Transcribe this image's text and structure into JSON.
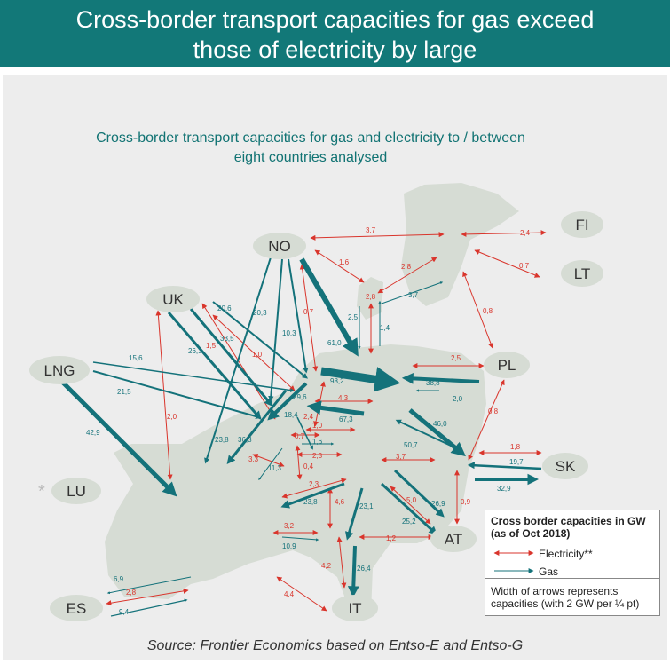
{
  "header": {
    "title_line1": "Cross-border transport capacities for gas exceed",
    "title_line2": "those of electricity by large"
  },
  "subtitle": {
    "line1": "Cross-border transport capacities for gas and electricity to / between",
    "line2": "eight countries analysed"
  },
  "countries": {
    "NO": "NO",
    "FI": "FI",
    "LT": "LT",
    "UK": "UK",
    "LNG": "LNG",
    "PL": "PL",
    "SK": "SK",
    "LU": "LU",
    "AT": "AT",
    "ES": "ES",
    "IT": "IT"
  },
  "lu_marker": "*",
  "flows": {
    "no_fi": "3,7",
    "fi_lt_24": "2,4",
    "fi_lt_07": "0,7",
    "no_dk_16": "1,6",
    "dk_se_28": "2,8",
    "se_dk_28": "2,8",
    "dk_37": "3,7",
    "se_pl_08": "0,8",
    "dk_de_25": "2,5",
    "dk_de_14": "1,4",
    "no_de_61": "61,0",
    "no_nl_07": "0,7",
    "no_be_103": "10,3",
    "no_uk_203": "20,3",
    "uk_206": "20,6",
    "uk_335": "33,5",
    "uk_263": "26,3",
    "uk_15": "1,5",
    "uk_10": "1,0",
    "lng_156": "15,6",
    "lng_215": "21,5",
    "lng_429": "42,9",
    "uk_fr_20": "2,0",
    "de_982": "98,2",
    "de_pl_25": "2,5",
    "pl_de_388": "38,8",
    "pl_de_20": "2,0",
    "nl_de_43": "4,3",
    "nl_de_673": "67,3",
    "nl_be_24": "2,4",
    "be_nl_184": "18,4",
    "be_nl_296": "29,6",
    "lu_10": "1,0",
    "lu_07": "0,7",
    "lu_16": "1,6",
    "lu_23": "2,3",
    "fr_238": "23,8",
    "fr_363": "36,3",
    "fr_33": "3,3",
    "fr_113": "11,3",
    "fr_04": "0,4",
    "de_cz_460": "46,0",
    "de_cz_507": "50,7",
    "pl_cz_08": "0,8",
    "cz_sk_18": "1,8",
    "cz_sk_197": "19,7",
    "sk_cz_329": "32,9",
    "de_ch_37": "3,7",
    "ch_09": "0,9",
    "de_at_50": "5,0",
    "at_269": "26,9",
    "at_252": "25,2",
    "fr_ch_23": "2,3",
    "fr_ch_238": "23,8",
    "ch_46": "4,6",
    "ch_231": "23,1",
    "fr_32": "3,2",
    "fr_109": "10,9",
    "ch_at_12": "1,2",
    "ch_it_42": "4,2",
    "ch_it_264": "26,4",
    "fr_it_44": "4,4",
    "es_fr_69": "6,9",
    "es_fr_28": "2,8",
    "es_fr_94": "9,4"
  },
  "legend": {
    "title": "Cross border capacities in GW (as of Oct 2018)",
    "electricity": "Electricity**",
    "gas": "Gas",
    "note": "Width of arrows represents capacities (with 2 GW per ¼ pt)"
  },
  "source": "Source: Frontier Economics based on Entso-E and Entso-G",
  "colors": {
    "header_bg": "#127878",
    "electricity": "#d9352c",
    "gas": "#14727a",
    "land": "#d6dcd4",
    "bubble": "#d6dcd4",
    "panel_bg": "#ededed"
  }
}
